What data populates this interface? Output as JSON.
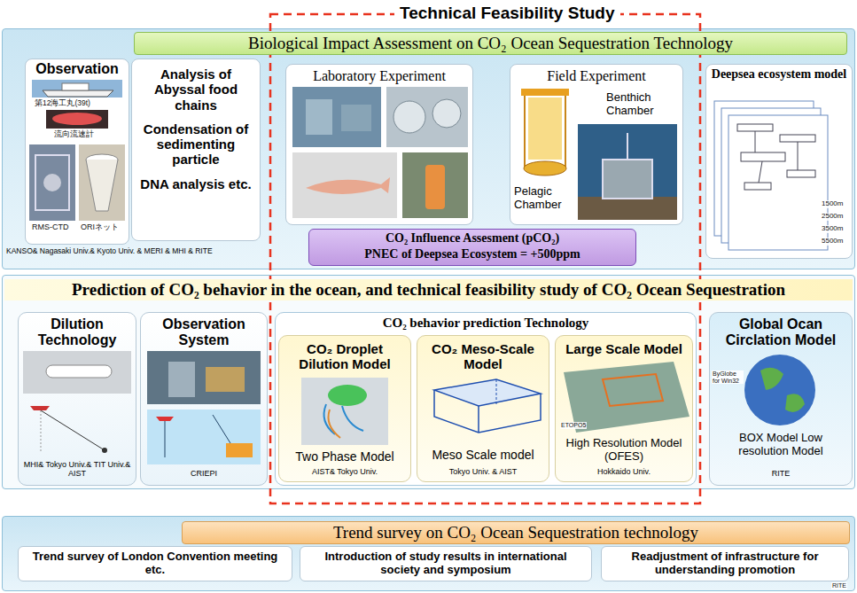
{
  "diagram": {
    "title": "Technical Feasibility Study",
    "nodes": [
      {
        "text": [
          "Biological Impact Assessment on CO₂ Ocean Sequestration Technology",
          "KANSO& Nagasaki Univ.& Kyoto Univ. & MERI & MHI & RITE"
        ]
      },
      {
        "text": [
          "Observation"
        ],
        "in": 0
      },
      {
        "text": [
          "Analysis of Abyssal food chains",
          "Condensation of sedimenting particle",
          "DNA analysis etc."
        ],
        "in": 0
      },
      {
        "text": [
          "Laboratory Experiment"
        ],
        "in": 0
      },
      {
        "text": [
          "Field Experiment",
          "Benthich Chamber",
          "Pelagic Chamber"
        ],
        "in": 0
      },
      {
        "text": [
          "Deepsea ecosystem model"
        ],
        "in": 0
      },
      {
        "text": [
          "CO₂ Influence Assesment (pCO₂)",
          "PNEC of Deepsea Ecosystem = +500ppm"
        ],
        "in": 0
      },
      {
        "text": [
          "Prediction of CO₂ behavior in the ocean, and technical feasibility study of CO₂ Ocean Sequestration"
        ]
      },
      {
        "text": [
          "Dilution Technology",
          "MHI& Tokyo Univ.& TIT Univ.& AIST"
        ],
        "in": 7
      },
      {
        "text": [
          "Observation System",
          "CRIEPI"
        ],
        "in": 7
      },
      {
        "text": [
          "CO₂ behavior prediction Technology"
        ],
        "in": 7
      },
      {
        "text": [
          "CO₂ Droplet Dilution Model",
          "Two Phase Model",
          "AIST& Tokyo Univ."
        ],
        "in": 10
      },
      {
        "text": [
          "CO₂ Meso-Scale Model",
          "Meso Scale model",
          "Tokyo Univ. & AIST"
        ],
        "in": 10
      },
      {
        "text": [
          "Large Scale Model",
          "High Resolution Model (OFES)",
          "Hokkaido Univ."
        ],
        "in": 10
      },
      {
        "text": [
          "Global Ocan Circlation Model",
          "BOX Model Low resolution Model",
          "RITE"
        ],
        "in": 7
      },
      {
        "text": [
          "Trend survey on CO₂ Ocean Sequestration technology"
        ]
      },
      {
        "text": [
          "Trend survey of London Convention meeting etc."
        ],
        "in": 15
      },
      {
        "text": [
          "Introduction of study results in international society and symposium"
        ],
        "in": 15
      },
      {
        "text": [
          "Readjustment of infrastructure for understanding promotion"
        ],
        "in": 15
      }
    ],
    "labels": [
      "第12海工丸(39t)",
      "流向流速計",
      "RMS-CTD",
      "ORIネット",
      "1500m",
      "2500m",
      "3500m",
      "5500m",
      "ETOPO5",
      "ByGlobe for Win32",
      "RITE"
    ]
  }
}
